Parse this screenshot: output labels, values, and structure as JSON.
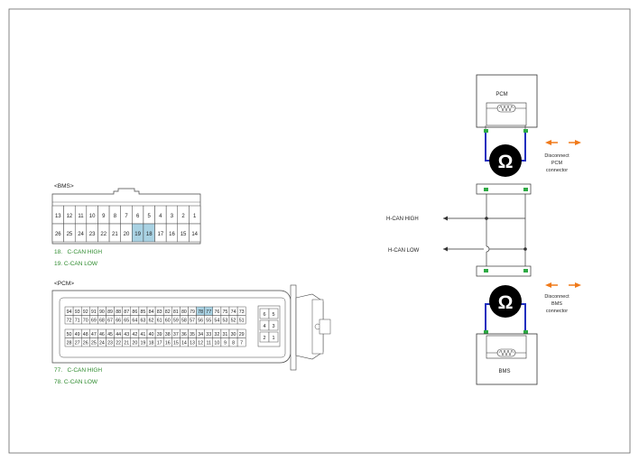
{
  "bms_connector": {
    "title": "<BMS>",
    "row1": [
      "13",
      "12",
      "11",
      "10",
      "9",
      "8",
      "7",
      "6",
      "5",
      "4",
      "3",
      "2",
      "1"
    ],
    "row2": [
      "26",
      "25",
      "24",
      "23",
      "22",
      "21",
      "20",
      "19",
      "18",
      "17",
      "16",
      "15",
      "14"
    ],
    "highlight": [
      "19",
      "18"
    ],
    "notes": [
      {
        "pin": "18.",
        "signal": "C-CAN HIGH"
      },
      {
        "pin": "19.",
        "signal": "C-CAN LOW"
      }
    ]
  },
  "pcm_connector": {
    "title": "<PCM>",
    "block1_row1": [
      "94",
      "93",
      "92",
      "91",
      "90",
      "89",
      "88",
      "87",
      "86",
      "85",
      "84",
      "83",
      "82",
      "81",
      "80",
      "79",
      "78",
      "77",
      "76",
      "75",
      "74",
      "73"
    ],
    "block1_row2": [
      "72",
      "71",
      "70",
      "69",
      "68",
      "67",
      "66",
      "65",
      "64",
      "63",
      "62",
      "61",
      "60",
      "59",
      "58",
      "57",
      "56",
      "55",
      "54",
      "53",
      "52",
      "51"
    ],
    "block2_row1": [
      "50",
      "49",
      "48",
      "47",
      "46",
      "45",
      "44",
      "43",
      "42",
      "41",
      "40",
      "39",
      "38",
      "37",
      "36",
      "35",
      "34",
      "33",
      "32",
      "31",
      "30",
      "29"
    ],
    "block2_row2": [
      "28",
      "27",
      "26",
      "25",
      "24",
      "23",
      "22",
      "21",
      "20",
      "19",
      "18",
      "17",
      "16",
      "15",
      "14",
      "13",
      "12",
      "11",
      "10",
      "9",
      "8",
      "7"
    ],
    "side_pins": [
      [
        "6",
        "5"
      ],
      [
        "4",
        "3"
      ],
      [
        "2",
        "1"
      ]
    ],
    "highlight": [
      "78",
      "77"
    ],
    "notes": [
      {
        "pin": "77.",
        "signal": "C-CAN HIGH"
      },
      {
        "pin": "78.",
        "signal": "C-CAN LOW"
      }
    ]
  },
  "circuit": {
    "top_module": "PCM",
    "bottom_module": "BMS",
    "meter_symbol": "Ω",
    "line_high": "H-CAN HIGH",
    "line_low": "H-CAN LOW",
    "disconnect_top": [
      "Disconnect",
      "PCM",
      "connector"
    ],
    "disconnect_bottom": [
      "Disconnect",
      "BMS",
      "connector"
    ]
  },
  "colors": {
    "border": "#555555",
    "pin_highlight": "#a9d2e3",
    "note_text": "#2e8b2e",
    "probe_wire": "#1f2fbf",
    "pin_green": "#2eaa44",
    "arrow": "#f07a1a",
    "meter_bg": "#000000"
  }
}
